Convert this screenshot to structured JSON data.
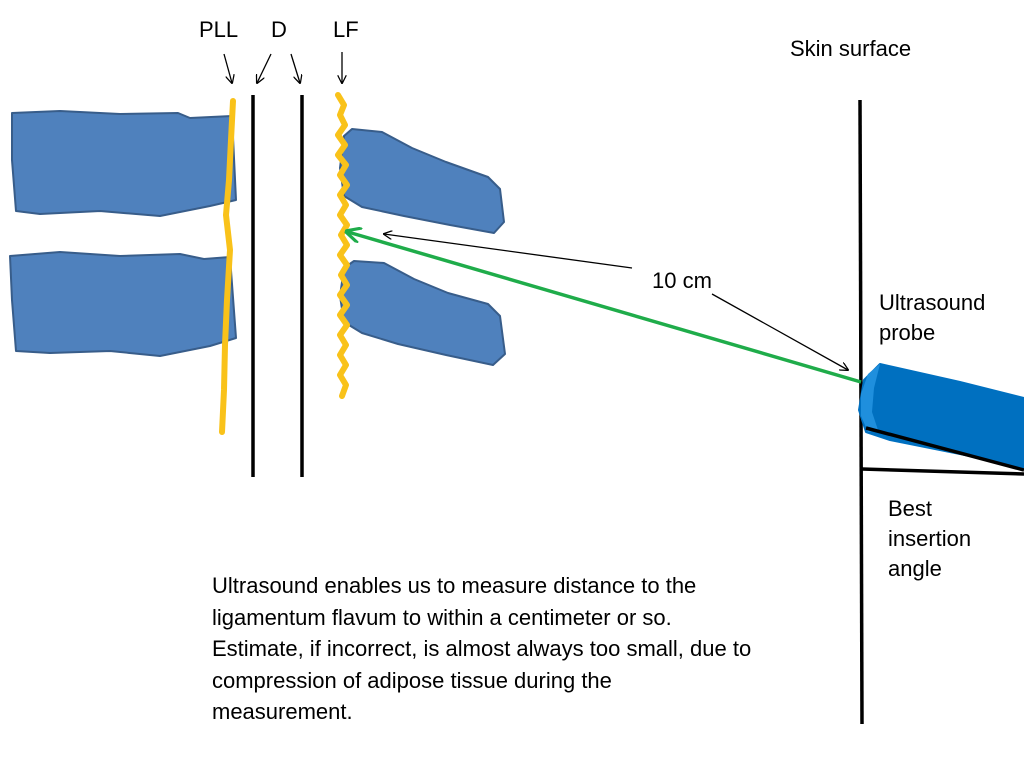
{
  "labels": {
    "pll": "PLL",
    "d": "D",
    "lf": "LF",
    "skin_surface": "Skin surface",
    "distance": "10 cm",
    "probe": "Ultrasound probe",
    "angle": "Best insertion angle"
  },
  "caption": "Ultrasound enables us to measure distance to the ligamentum flavum to within a centimeter or so. Estimate, if incorrect, is almost always too small, due to compression of adipose tissue during the measurement.",
  "colors": {
    "vertebra_fill": "#4f81bd",
    "vertebra_stroke": "#385d8a",
    "ligament": "#f9c21a",
    "probe_fill": "#0070c0",
    "probe_highlight": "#1f8fdd",
    "distance_line": "#1fac4a",
    "lines": "#000000"
  }
}
